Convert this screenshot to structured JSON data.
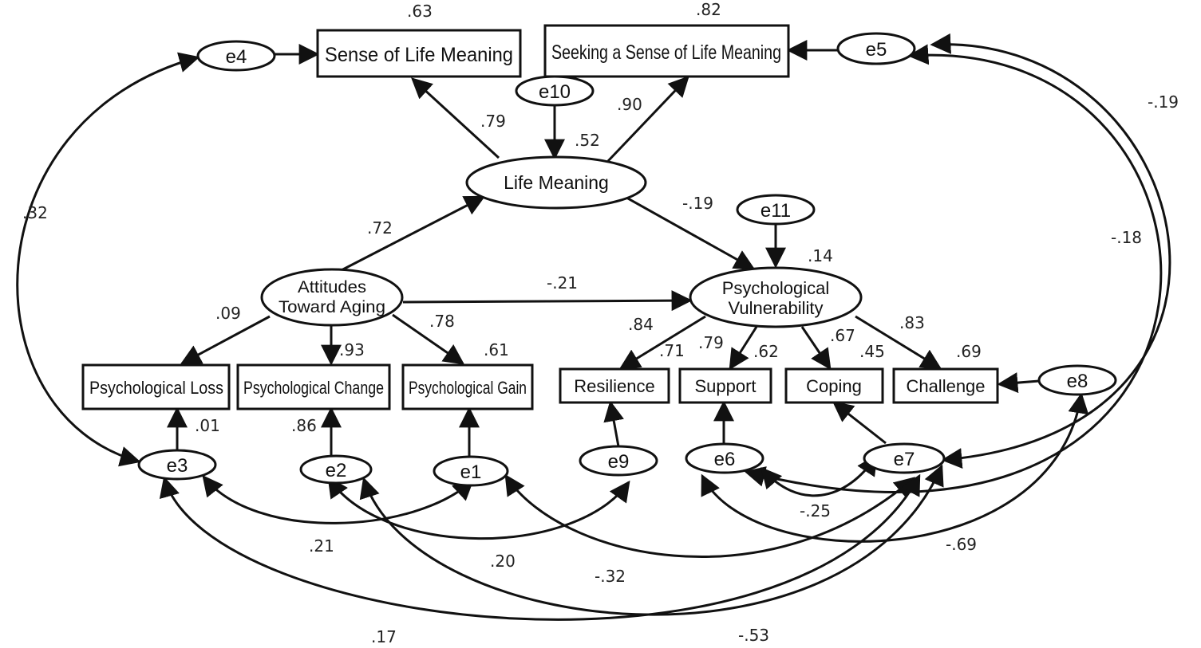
{
  "nodes": {
    "sense_of_life_meaning": "Sense of Life Meaning",
    "seeking_sense_of_life_meaning": "Seeking a Sense of Life Meaning",
    "life_meaning": "Life Meaning",
    "attitudes_line1": "Attitudes",
    "attitudes_line2": "Toward Aging",
    "psych_vuln_line1": "Psychological",
    "psych_vuln_line2": "Vulnerability",
    "psychological_loss": "Psychological Loss",
    "psychological_change": "Psychological Change",
    "psychological_gain": "Psychological Gain",
    "resilience": "Resilience",
    "support": "Support",
    "coping": "Coping",
    "challenge": "Challenge"
  },
  "errors": {
    "e1": "e1",
    "e2": "e2",
    "e3": "e3",
    "e4": "e4",
    "e5": "e5",
    "e6": "e6",
    "e7": "e7",
    "e8": "e8",
    "e9": "e9",
    "e10": "e10",
    "e11": "e11"
  },
  "coefficients": {
    "r2_sense": ".63",
    "r2_seeking": ".82",
    "path_lm_sense": ".79",
    "path_lm_seeking": ".90",
    "r2_life_meaning": ".52",
    "path_ata_lm": ".72",
    "path_lm_pv": "-.19",
    "r2_pv": ".14",
    "path_ata_pv": "-.21",
    "path_ata_loss": ".09",
    "path_ata_change": ".93",
    "path_ata_gain": ".78",
    "r2_gain": ".61",
    "r2_loss": ".01",
    "r2_change": ".86",
    "path_pv_resilience": ".84",
    "r2_resilience": ".71",
    "path_pv_support": ".79",
    "r2_support": ".62",
    "path_pv_coping": ".67",
    "r2_coping": ".45",
    "path_pv_challenge": ".83",
    "r2_challenge": ".69",
    "cov_e4_e3": ".32",
    "cov_e5_e7": "-.19",
    "cov_e5_e6": "-.18",
    "cov_e3_e1": ".21",
    "cov_e2_e9": ".20",
    "cov_e1_e7": "-.32",
    "cov_e3_e7": ".17",
    "cov_e2_e7": "-.53",
    "cov_e6_e7": "-.25",
    "cov_e6_e8": "-.69"
  }
}
